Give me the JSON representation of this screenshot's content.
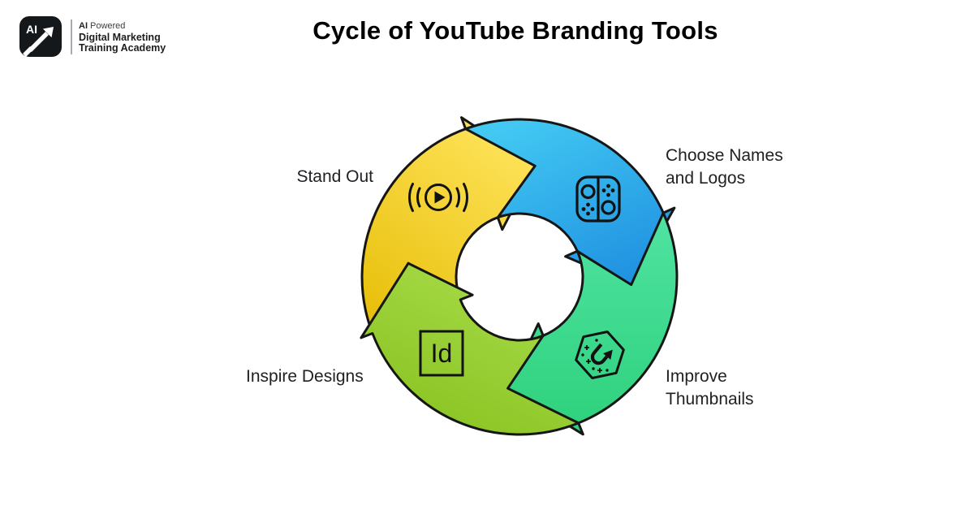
{
  "header": {
    "brand": {
      "monogram": "AI",
      "tagline_bold": "AI",
      "tagline_rest": "Powered",
      "line2": "Digital Marketing",
      "line3": "Training Academy"
    },
    "title": "Cycle of YouTube Branding Tools"
  },
  "cycle": {
    "outline_color": "#161616",
    "icon_stroke_color": "#121212",
    "segments": [
      {
        "id": "stand-out",
        "label": "Stand Out",
        "icon": "broadcast-play-icon",
        "gradient": [
          "#ffe45c",
          "#e8c00c"
        ]
      },
      {
        "id": "choose-names-and-logos",
        "label": "Choose Names\nand Logos",
        "icon": "switch-controller-icon",
        "gradient": [
          "#43caf3",
          "#1f90e0"
        ]
      },
      {
        "id": "improve-thumbnails",
        "label": "Improve\nThumbnails",
        "icon": "thumbnail-upgrade-icon",
        "gradient": [
          "#50e3a2",
          "#2dd17c"
        ]
      },
      {
        "id": "inspire-designs",
        "label": "Inspire Designs",
        "icon": "indesign-icon",
        "icon_text": "Id",
        "gradient": [
          "#aadd4b",
          "#88c220"
        ]
      }
    ]
  }
}
